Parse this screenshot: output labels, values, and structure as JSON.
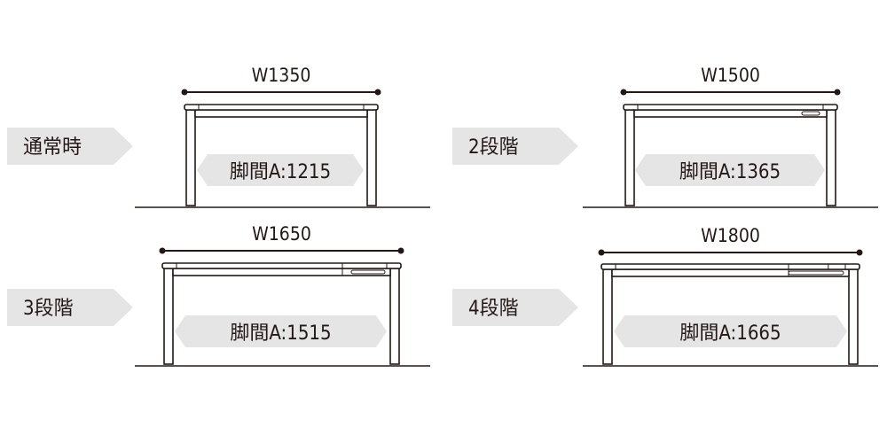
{
  "colors": {
    "line": "#231815",
    "label_fill": "#e5e5e5",
    "table_fill": "#ffffff"
  },
  "panels": [
    {
      "stage": "通常時",
      "width_label": "W1350",
      "leg_span_label": "脚間A:1215",
      "extensions": 0
    },
    {
      "stage": "2段階",
      "width_label": "W1500",
      "leg_span_label": "脚間A:1365",
      "extensions": 1
    },
    {
      "stage": "3段階",
      "width_label": "W1650",
      "leg_span_label": "脚間A:1515",
      "extensions": 2
    },
    {
      "stage": "4段階",
      "width_label": "W1800",
      "leg_span_label": "脚間A:1665",
      "extensions": 3
    }
  ]
}
